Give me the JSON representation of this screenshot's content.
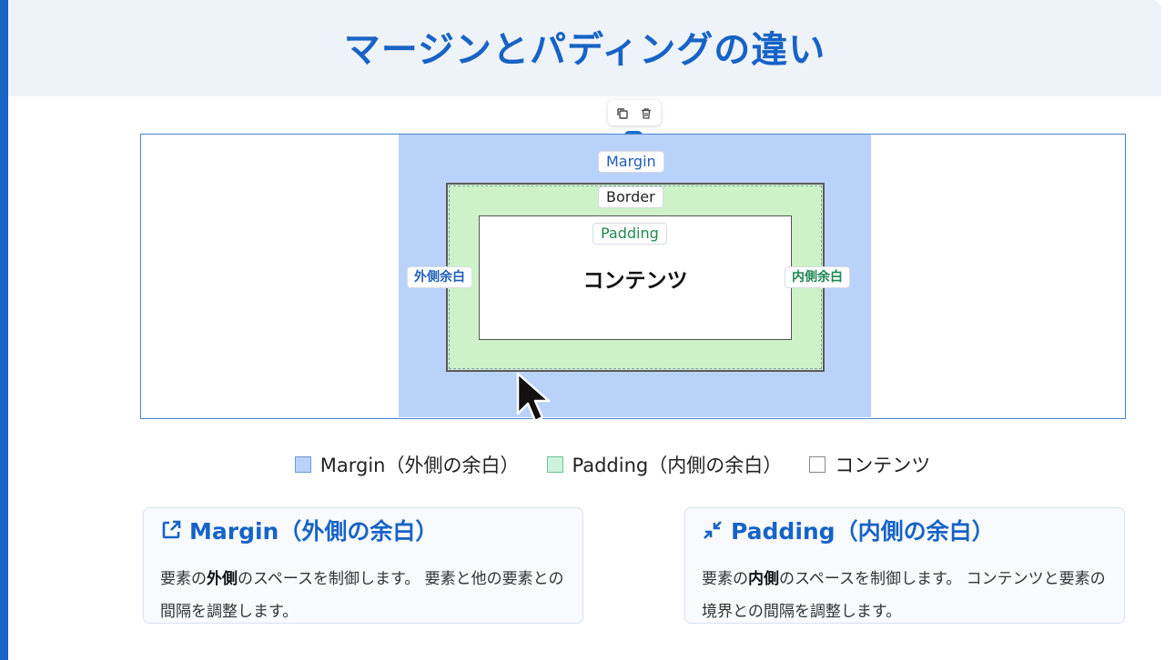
{
  "title": "マージンとパディングの違い",
  "diagram": {
    "margin_label": "Margin",
    "border_label": "Border",
    "padding_label": "Padding",
    "outer_label": "外側余白",
    "inner_label": "内側余白",
    "content_label": "コンテンツ"
  },
  "toolbar": {
    "icons": [
      "copy-icon",
      "trash-icon"
    ]
  },
  "legend": {
    "margin": "Margin（外側の余白）",
    "padding": "Padding（内側の余白）",
    "content": "コンテンツ"
  },
  "cards": {
    "margin": {
      "title": "Margin（外側の余白）",
      "icon": "external-link-icon",
      "body_prefix": "要素の",
      "body_bold": "外側",
      "body_suffix": "のスペースを制御します。 要素と他の要素との間隔を調整します。"
    },
    "padding": {
      "title": "Padding（内側の余白）",
      "icon": "compress-icon",
      "body_prefix": "要素の",
      "body_bold": "内側",
      "body_suffix": "のスペースを制御します。 コンテンツと要素の境界との間隔を調整します。"
    }
  },
  "colors": {
    "accent": "#1763c6",
    "margin_fill": "#b9d2fa",
    "padding_fill": "#cdf2c7",
    "padding_text": "#1f8a52"
  }
}
